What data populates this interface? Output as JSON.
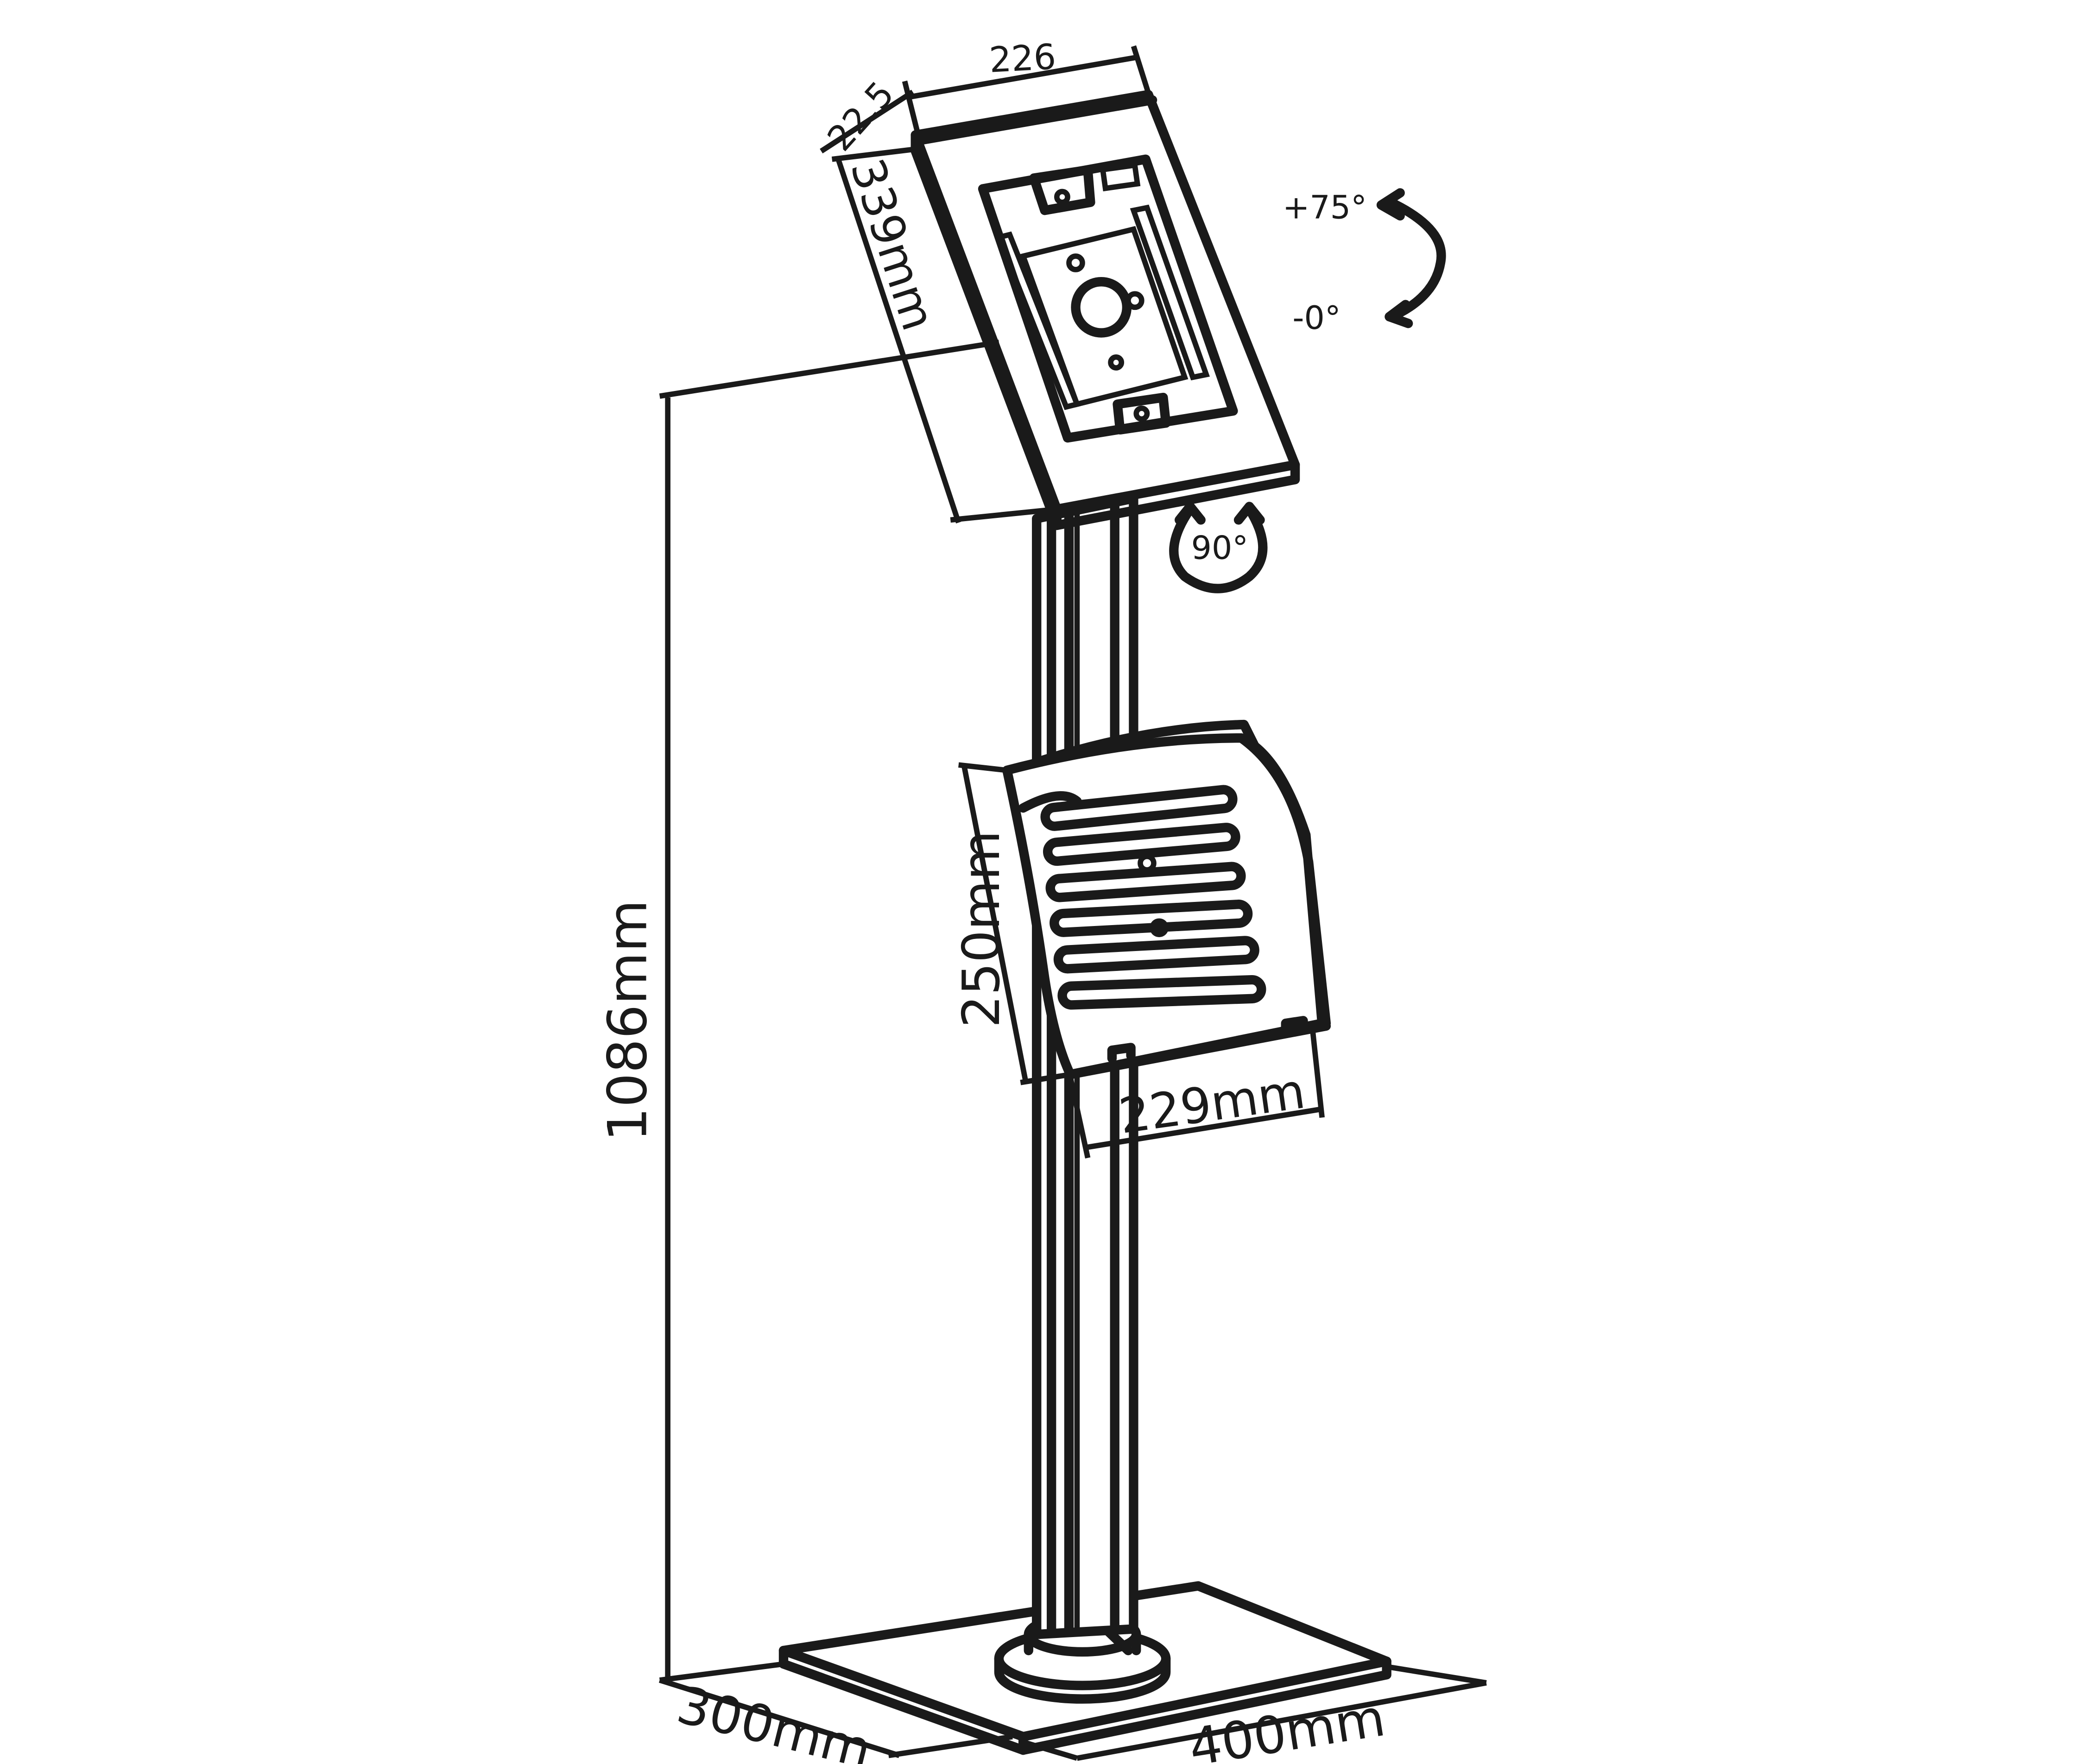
{
  "dimensions": {
    "width": "226",
    "depth": "22.5",
    "holder_height": "339mm",
    "total_height": "1086mm",
    "shelf_height": "250mm",
    "shelf_width": "229mm",
    "base_depth": "300mm",
    "base_width": "400mm"
  },
  "rotation": {
    "tilt_max": "+75°",
    "tilt_min": "-0°",
    "swivel": "90°"
  },
  "colors": {
    "line": "#1a1a1a",
    "background": "#ffffff"
  },
  "icons": {
    "tilt": "curved-double-arrow-icon",
    "swivel": "rotation-arrows-icon"
  }
}
